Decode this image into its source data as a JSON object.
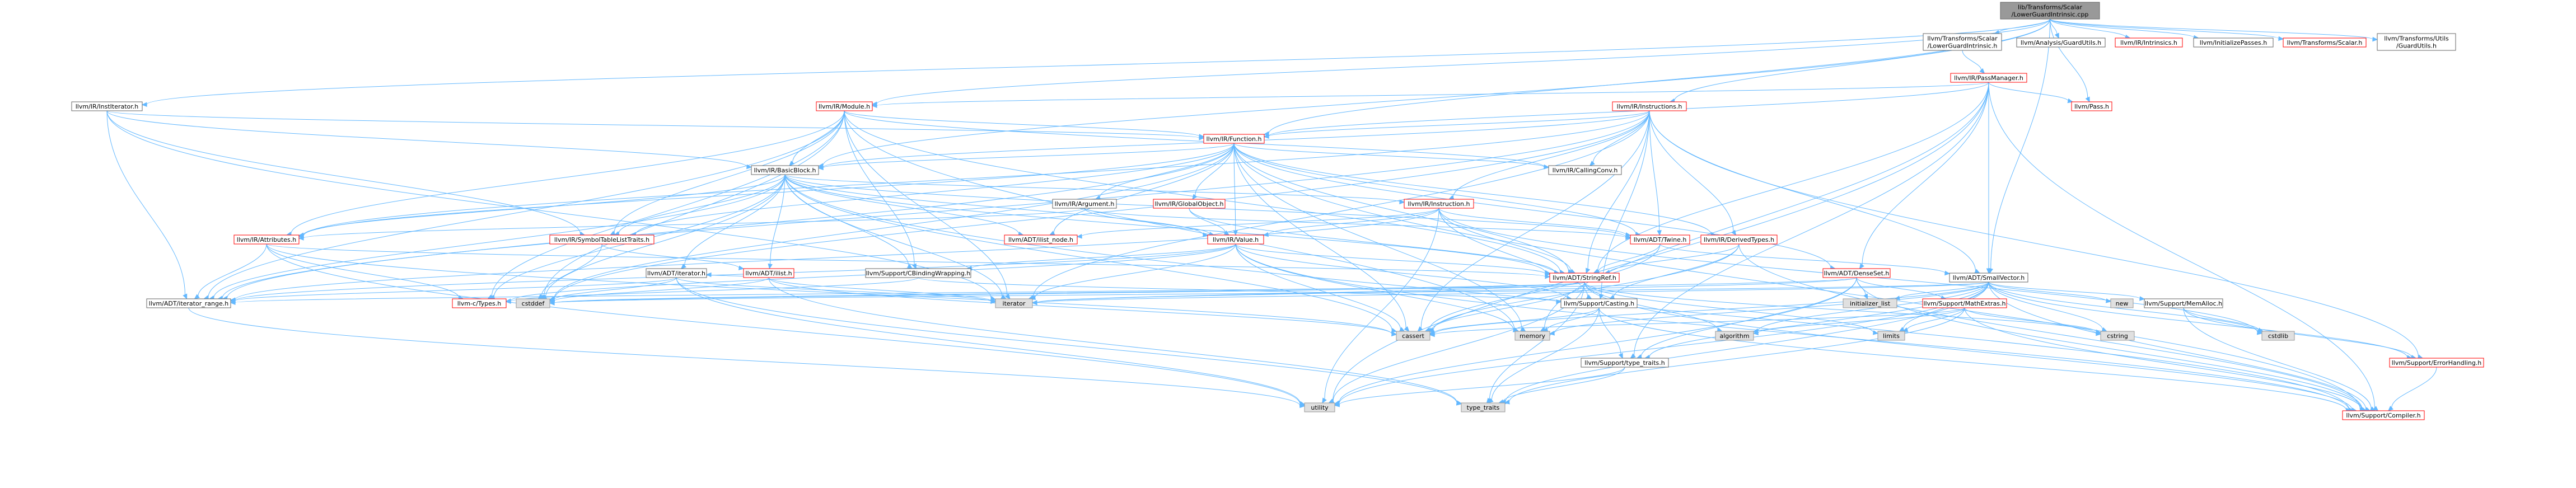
{
  "colors": {
    "root_fill": "#999999",
    "root_border": "#666666",
    "linked_fill": "#ffffff",
    "linked_border": "#666666",
    "red_border": "#ff0000",
    "system_fill": "#e0e0e0",
    "system_border": "#999999",
    "edge": "#63b8ff",
    "text": "#000000"
  },
  "nodes": [
    {
      "id": "root",
      "label": "lib/Transforms/Scalar\n/LowerGuardIntrinsic.cpp",
      "kind": "root"
    },
    {
      "id": "lgi_h",
      "label": "llvm/Transforms/Scalar\n/LowerGuardIntrinsic.h",
      "kind": "linked"
    },
    {
      "id": "analysis_guard",
      "label": "llvm/Analysis/GuardUtils.h",
      "kind": "linked"
    },
    {
      "id": "intrinsics",
      "label": "llvm/IR/Intrinsics.h",
      "kind": "red"
    },
    {
      "id": "init_passes",
      "label": "llvm/InitializePasses.h",
      "kind": "linked"
    },
    {
      "id": "scalar_h",
      "label": "llvm/Transforms/Scalar.h",
      "kind": "red"
    },
    {
      "id": "utils_guard",
      "label": "llvm/Transforms/Utils\n/GuardUtils.h",
      "kind": "linked"
    },
    {
      "id": "inst_iterator",
      "label": "llvm/IR/InstIterator.h",
      "kind": "linked"
    },
    {
      "id": "module",
      "label": "llvm/IR/Module.h",
      "kind": "red"
    },
    {
      "id": "passmanager",
      "label": "llvm/IR/PassManager.h",
      "kind": "red"
    },
    {
      "id": "instructions",
      "label": "llvm/IR/Instructions.h",
      "kind": "red"
    },
    {
      "id": "pass",
      "label": "llvm/Pass.h",
      "kind": "red"
    },
    {
      "id": "function",
      "label": "llvm/IR/Function.h",
      "kind": "red"
    },
    {
      "id": "basicblock",
      "label": "llvm/IR/BasicBlock.h",
      "kind": "linked"
    },
    {
      "id": "callingconv",
      "label": "llvm/IR/CallingConv.h",
      "kind": "linked"
    },
    {
      "id": "argument",
      "label": "llvm/IR/Argument.h",
      "kind": "linked"
    },
    {
      "id": "globalobject",
      "label": "llvm/IR/GlobalObject.h",
      "kind": "red"
    },
    {
      "id": "instruction",
      "label": "llvm/IR/Instruction.h",
      "kind": "red"
    },
    {
      "id": "attributes",
      "label": "llvm/IR/Attributes.h",
      "kind": "red"
    },
    {
      "id": "symtablelisttraits",
      "label": "llvm/IR/SymbolTableListTraits.h",
      "kind": "red"
    },
    {
      "id": "ilist_node",
      "label": "llvm/ADT/ilist_node.h",
      "kind": "red"
    },
    {
      "id": "value",
      "label": "llvm/IR/Value.h",
      "kind": "red"
    },
    {
      "id": "twine",
      "label": "llvm/ADT/Twine.h",
      "kind": "red"
    },
    {
      "id": "derivedtypes",
      "label": "llvm/IR/DerivedTypes.h",
      "kind": "red"
    },
    {
      "id": "stringref",
      "label": "llvm/ADT/StringRef.h",
      "kind": "red"
    },
    {
      "id": "densemap",
      "label": "llvm/ADT/DenseSet.h",
      "kind": "red"
    },
    {
      "id": "smallvector",
      "label": "llvm/ADT/SmallVector.h",
      "kind": "linked"
    },
    {
      "id": "adt_iterator",
      "label": "llvm/ADT/iterator.h",
      "kind": "linked"
    },
    {
      "id": "ilist",
      "label": "llvm/ADT/ilist.h",
      "kind": "red"
    },
    {
      "id": "cbinding",
      "label": "llvm/Support/CBindingWrapping.h",
      "kind": "linked"
    },
    {
      "id": "iterator_range",
      "label": "llvm/ADT/iterator_range.h",
      "kind": "linked"
    },
    {
      "id": "llvm_c_types",
      "label": "llvm-c/Types.h",
      "kind": "red"
    },
    {
      "id": "casting",
      "label": "llvm/Support/Casting.h",
      "kind": "linked"
    },
    {
      "id": "type_traits_h",
      "label": "llvm/Support/type_traits.h",
      "kind": "linked"
    },
    {
      "id": "mathextras",
      "label": "llvm/Support/MathExtras.h",
      "kind": "red"
    },
    {
      "id": "memalloc",
      "label": "llvm/Support/MemAlloc.h",
      "kind": "linked"
    },
    {
      "id": "errorhandling",
      "label": "llvm/Support/ErrorHandling.h",
      "kind": "red"
    },
    {
      "id": "compiler",
      "label": "llvm/Support/Compiler.h",
      "kind": "red"
    },
    {
      "id": "iterator",
      "label": "iterator",
      "kind": "system"
    },
    {
      "id": "cstddef",
      "label": "cstddef",
      "kind": "system"
    },
    {
      "id": "initializer_list",
      "label": "initializer_list",
      "kind": "system"
    },
    {
      "id": "new",
      "label": "new",
      "kind": "system"
    },
    {
      "id": "cstring",
      "label": "cstring",
      "kind": "system"
    },
    {
      "id": "cstdlib",
      "label": "cstdlib",
      "kind": "system"
    },
    {
      "id": "cassert",
      "label": "cassert",
      "kind": "system"
    },
    {
      "id": "memory",
      "label": "memory",
      "kind": "system"
    },
    {
      "id": "algorithm",
      "label": "algorithm",
      "kind": "system"
    },
    {
      "id": "limits",
      "label": "limits",
      "kind": "system"
    },
    {
      "id": "utility",
      "label": "utility",
      "kind": "system"
    },
    {
      "id": "type_traits",
      "label": "type_traits",
      "kind": "system"
    }
  ]
}
